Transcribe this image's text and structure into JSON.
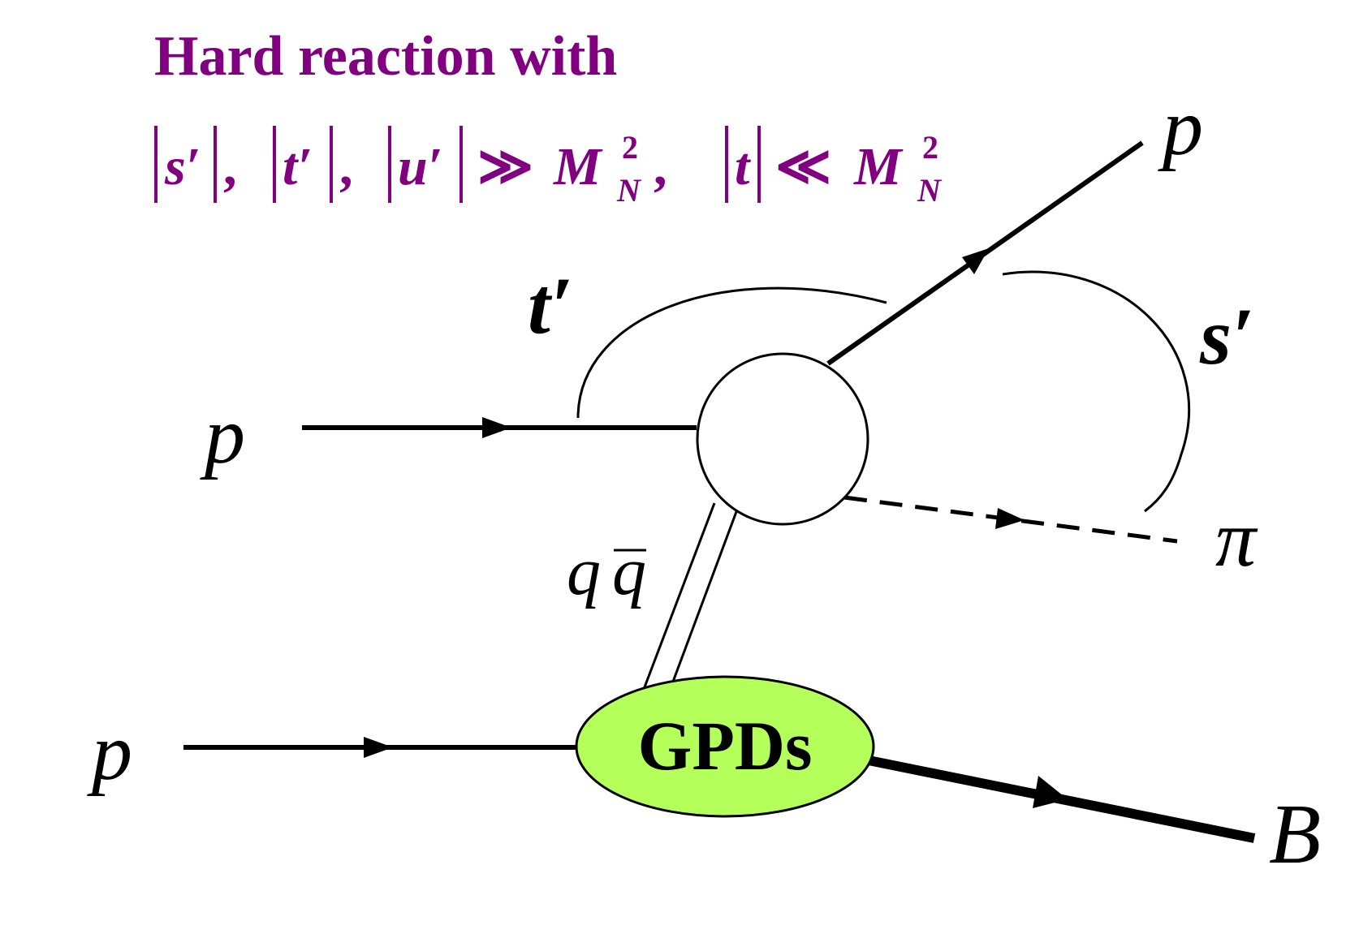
{
  "colors": {
    "accent": "#800080",
    "ink": "#000000",
    "blob_fill": "#b5ff5a"
  },
  "title": {
    "line1": "Hard reaction with",
    "condition": {
      "s": "s′",
      "t": "t′",
      "u": "u′",
      "sep": ",",
      "gg": "≫",
      "ll": "≪",
      "M": "M",
      "sub": "N",
      "sup": "2",
      "t_small": "t"
    }
  },
  "diagram": {
    "incoming_top": "p",
    "incoming_bottom": "p",
    "outgoing_proton": "p",
    "outgoing_pion": "π",
    "outgoing_baryon": "B",
    "exchange": {
      "q": "q",
      "qbar": "q"
    },
    "t_prime": "t′",
    "s_prime": "s′",
    "blob": "GPDs"
  }
}
